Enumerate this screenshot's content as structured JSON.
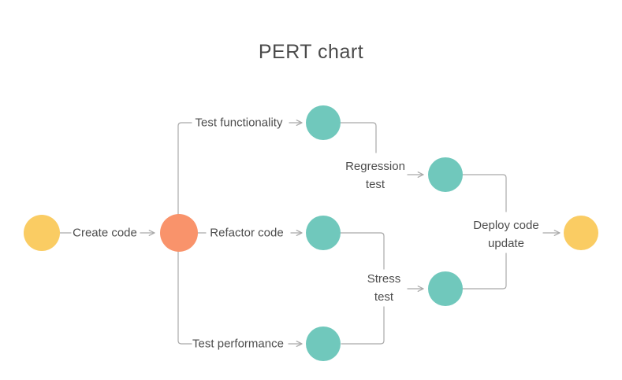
{
  "title": "PERT chart",
  "colors": {
    "yellow_node": "#FACC63",
    "orange_node": "#F9936B",
    "teal_node": "#70C8BC",
    "line": "#A9A9A9",
    "text": "#4D4D4D",
    "title_text": "#4A4A4A",
    "background": "#FFFFFF"
  },
  "graph": {
    "type": "pert",
    "nodes": [
      {
        "id": "start",
        "color": "yellow"
      },
      {
        "id": "create-code-result",
        "color": "orange"
      },
      {
        "id": "test-functionality-result",
        "color": "teal"
      },
      {
        "id": "refactor-code-result",
        "color": "teal"
      },
      {
        "id": "test-performance-result",
        "color": "teal"
      },
      {
        "id": "regression-test-result",
        "color": "teal"
      },
      {
        "id": "stress-test-result",
        "color": "teal"
      },
      {
        "id": "end",
        "color": "yellow"
      }
    ],
    "edges": [
      {
        "label": "Create code",
        "from": "start",
        "to": "create-code-result"
      },
      {
        "label": "Test functionality",
        "from": "create-code-result",
        "to": "test-functionality-result"
      },
      {
        "label": "Refactor code",
        "from": "create-code-result",
        "to": "refactor-code-result"
      },
      {
        "label": "Test performance",
        "from": "create-code-result",
        "to": "test-performance-result"
      },
      {
        "label": "Regression test",
        "from": "test-functionality-result",
        "to": "regression-test-result"
      },
      {
        "label": "Stress test",
        "from": [
          "refactor-code-result",
          "test-performance-result"
        ],
        "to": "stress-test-result"
      },
      {
        "label": "Deploy code update",
        "from": [
          "regression-test-result",
          "stress-test-result"
        ],
        "to": "end"
      }
    ]
  }
}
